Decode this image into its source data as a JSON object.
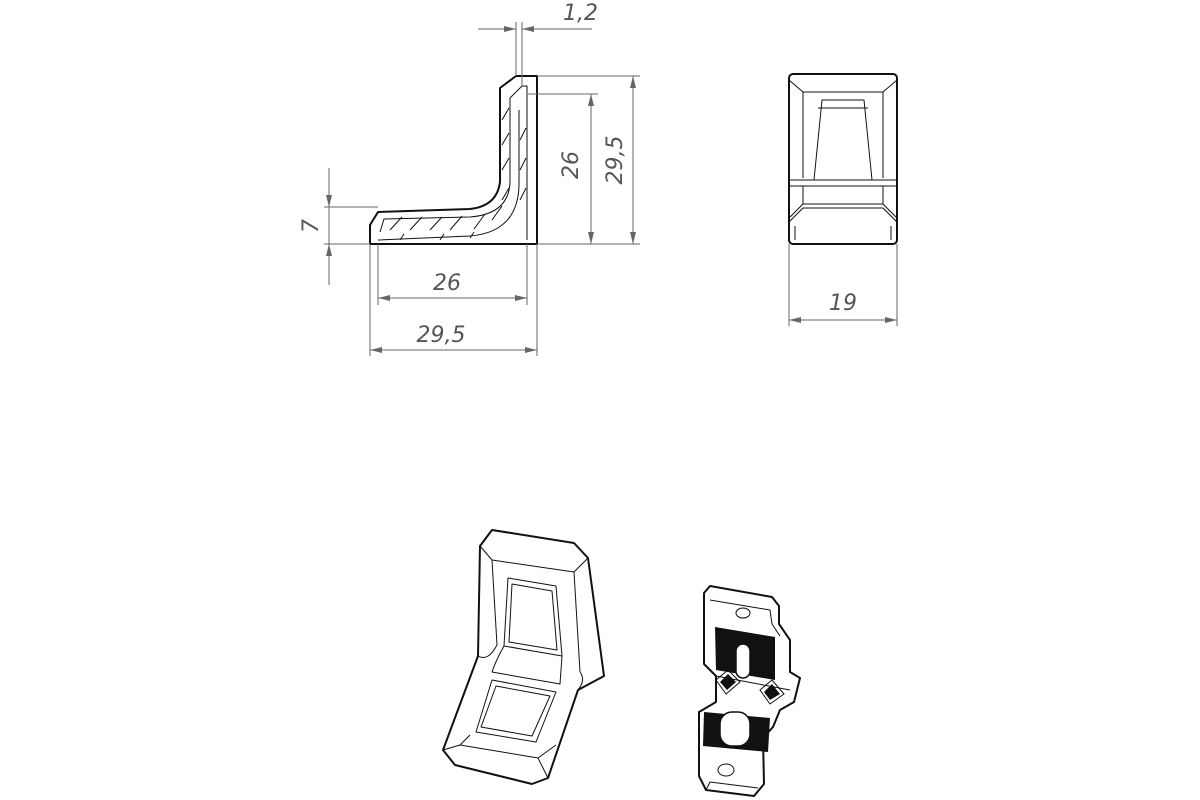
{
  "dimensions": {
    "side_thickness": "1,2",
    "side_inner_height": "26",
    "side_outer_height": "29,5",
    "side_base_height": "7",
    "side_inner_width": "26",
    "side_outer_width": "29,5",
    "front_width": "19"
  }
}
